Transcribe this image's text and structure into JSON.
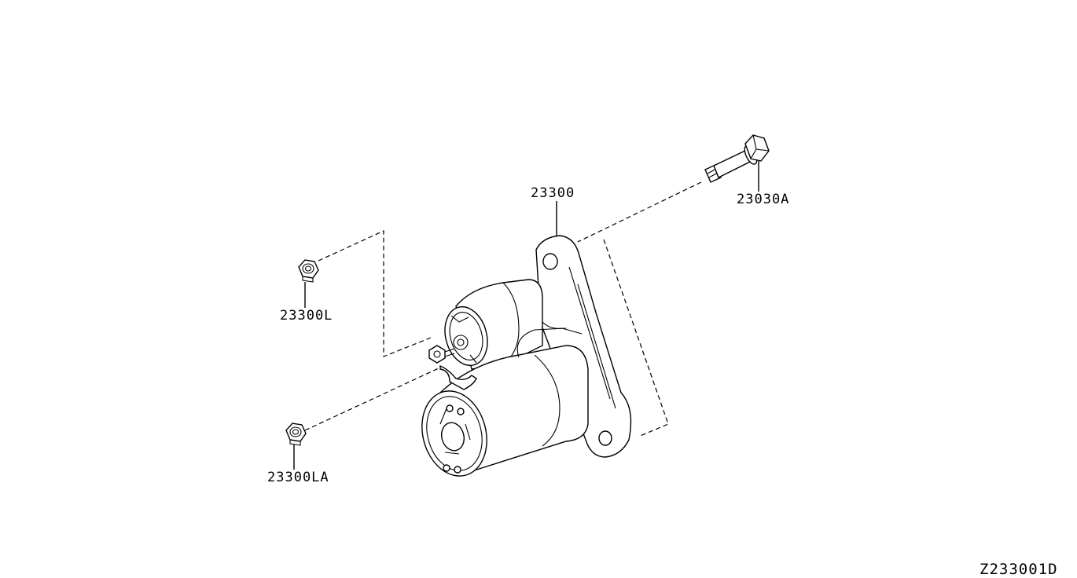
{
  "diagram": {
    "reference_code": "Z233001D",
    "parts": [
      {
        "id": "starter",
        "number": "23300"
      },
      {
        "id": "bolt",
        "number": "23030A"
      },
      {
        "id": "nut-upper",
        "number": "23300L"
      },
      {
        "id": "nut-lower",
        "number": "23300LA"
      }
    ]
  }
}
